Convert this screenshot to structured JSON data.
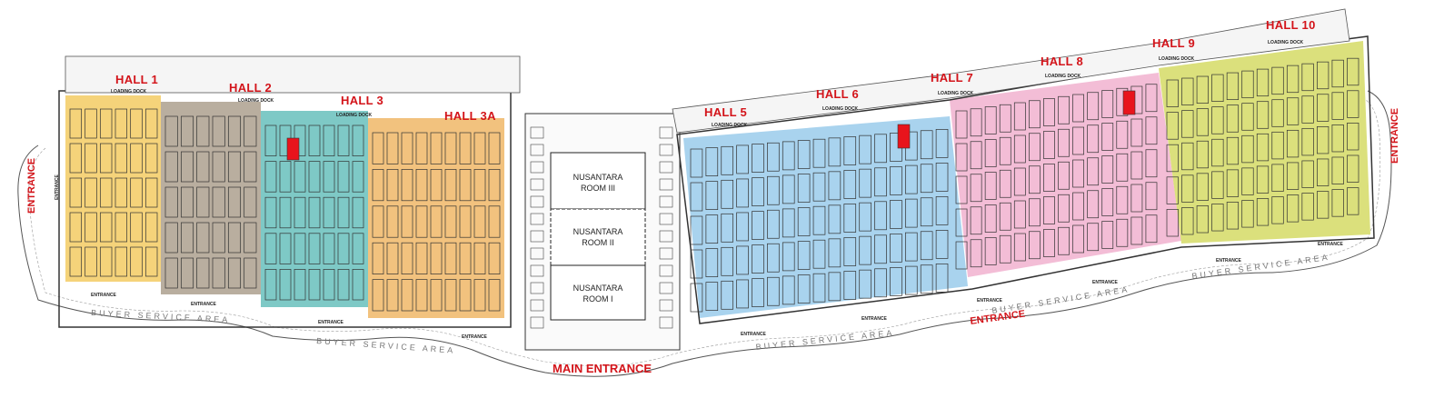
{
  "colors": {
    "label_red": "#d3141a",
    "hall_1": "#f5d37a",
    "hall_2": "#b9ae9f",
    "hall_3": "#7ec9c6",
    "hall_3a": "#f2c27e",
    "hall_5_6": "#a9d3ee",
    "hall_7_8": "#f3bdd6",
    "hall_9_10": "#dbe07c",
    "highlight_booth": "#e8141c",
    "outline": "#333333"
  },
  "halls": [
    {
      "id": "hall-1",
      "label": "HALL 1"
    },
    {
      "id": "hall-2",
      "label": "HALL 2"
    },
    {
      "id": "hall-3",
      "label": "HALL 3"
    },
    {
      "id": "hall-3a",
      "label": "HALL 3A"
    },
    {
      "id": "hall-5",
      "label": "HALL 5"
    },
    {
      "id": "hall-6",
      "label": "HALL 6"
    },
    {
      "id": "hall-7",
      "label": "HALL 7"
    },
    {
      "id": "hall-8",
      "label": "HALL 8"
    },
    {
      "id": "hall-9",
      "label": "HALL 9"
    },
    {
      "id": "hall-10",
      "label": "HALL 10"
    }
  ],
  "labels": {
    "loading_dock": "LOADING DOCK",
    "entrance": "ENTRANCE",
    "main_entrance": "MAIN ENTRANCE",
    "buyer_service_area": "BUYER SERVICE AREA"
  },
  "rooms": [
    {
      "line1": "NUSANTARA",
      "line2": "ROOM III"
    },
    {
      "line1": "NUSANTARA",
      "line2": "ROOM II"
    },
    {
      "line1": "NUSANTARA",
      "line2": "ROOM I"
    }
  ]
}
